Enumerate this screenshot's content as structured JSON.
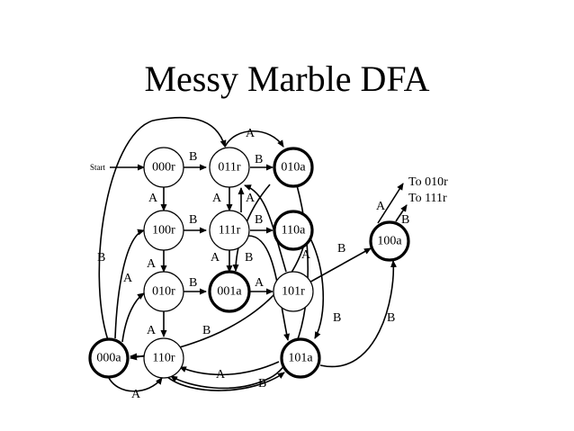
{
  "slide": {
    "title": "Messy Marble DFA"
  },
  "diagram": {
    "start_label": "Start",
    "to_010r": "To 010r",
    "to_111r": "To 111r",
    "states": {
      "s000r": "000r",
      "s011r": "011r",
      "s010a": "010a",
      "s100r": "100r",
      "s111r": "111r",
      "s110a": "110a",
      "s100a": "100a",
      "s010r": "010r",
      "s001a": "001a",
      "s101r": "101r",
      "s000a": "000a",
      "s110r": "110r",
      "s101a": "101a"
    },
    "edge_labels": {
      "A": "A",
      "B": "B"
    }
  }
}
